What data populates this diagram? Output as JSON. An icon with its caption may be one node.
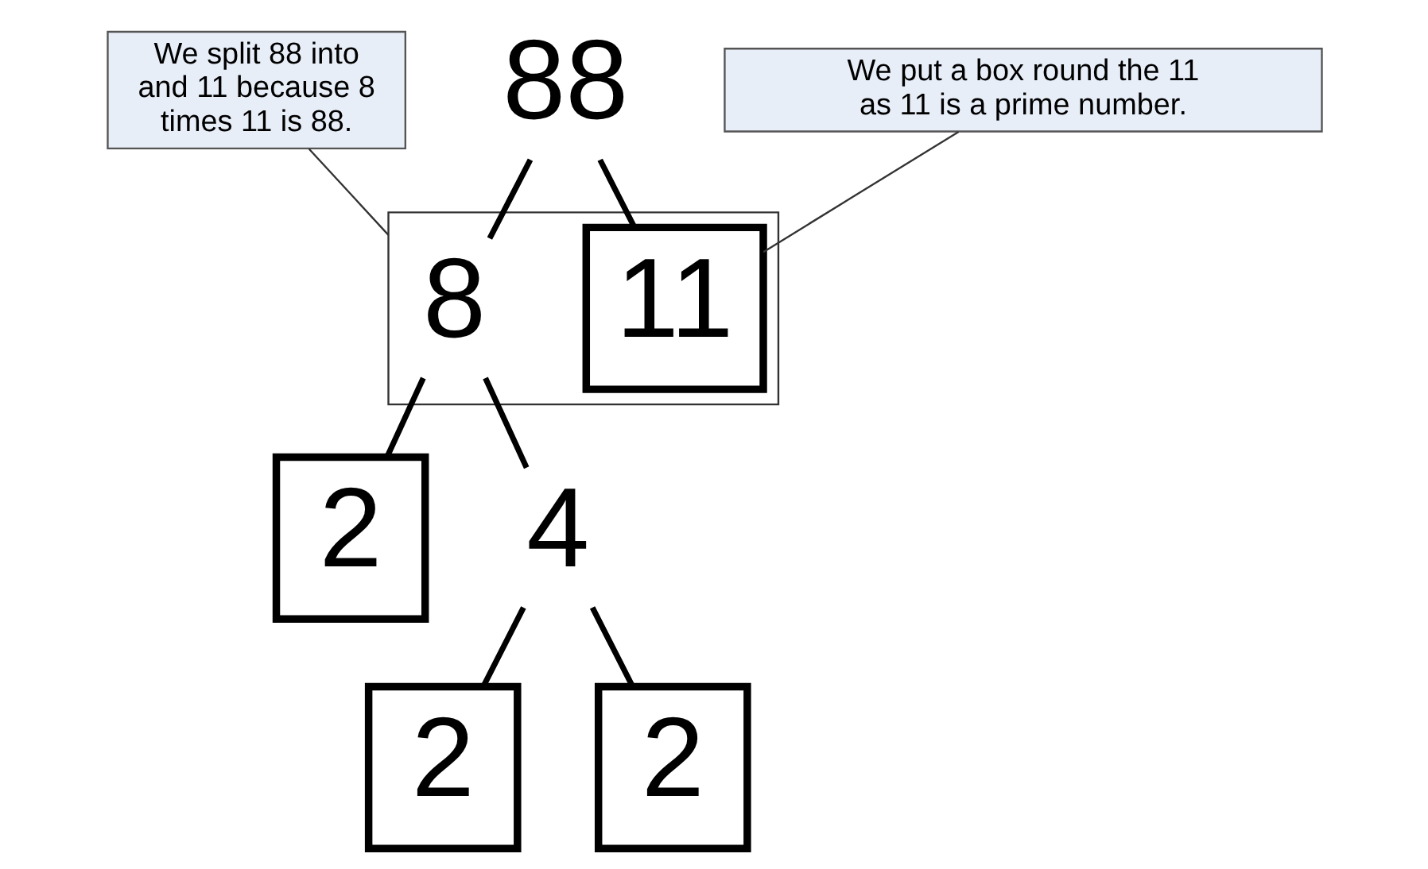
{
  "diagram": {
    "nodes": [
      {
        "text": [
          "We split 88 into and 11 because 8 times 11 is 88."
        ]
      },
      {
        "text": [
          "We put a box round the 11 as 11 is a prime number."
        ]
      },
      {
        "text": [
          "88"
        ]
      },
      {
        "text": [],
        "shape": "box"
      },
      {
        "text": [
          "8"
        ],
        "in": 3
      },
      {
        "text": [
          "11"
        ],
        "in": 3
      },
      {
        "text": [
          "2"
        ]
      },
      {
        "text": [
          "4"
        ]
      },
      {
        "text": [
          "2"
        ]
      },
      {
        "text": [
          "2"
        ]
      }
    ],
    "edges": [
      {
        "from": 0,
        "to": 3,
        "arrow": "none"
      },
      {
        "from": 1,
        "to": 5,
        "arrow": "none"
      },
      {
        "from": 2,
        "to": 4,
        "arrow": "none"
      },
      {
        "from": 2,
        "to": 5,
        "arrow": "none"
      },
      {
        "from": 4,
        "to": 6,
        "arrow": "none"
      },
      {
        "from": 4,
        "to": 7,
        "arrow": "none"
      },
      {
        "from": 7,
        "to": 8,
        "arrow": "none"
      },
      {
        "from": 7,
        "to": 9,
        "arrow": "none"
      }
    ]
  }
}
